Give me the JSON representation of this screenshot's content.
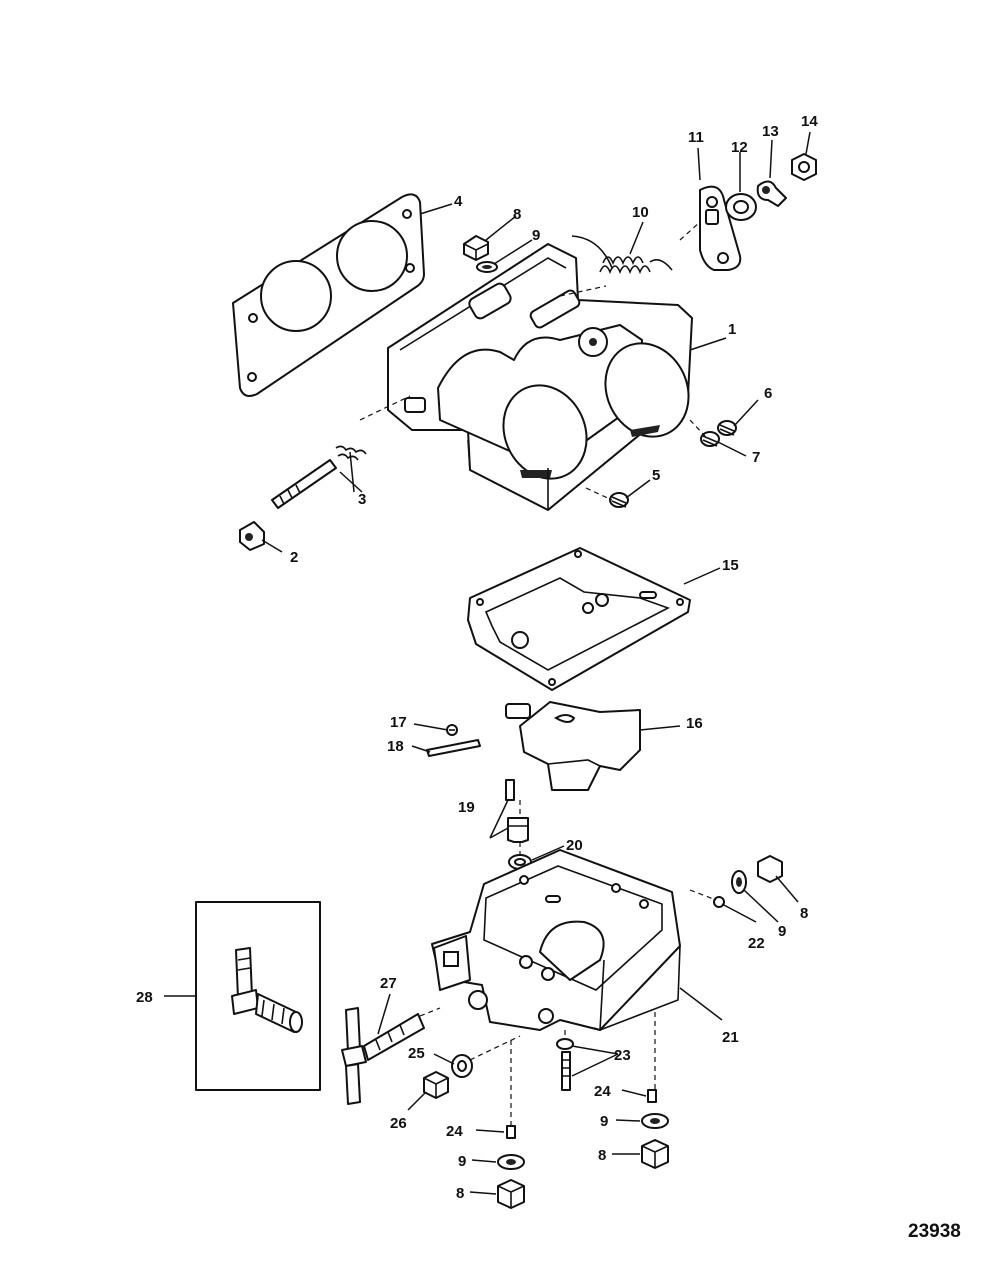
{
  "figure_number": "23938",
  "callouts": {
    "c1": "1",
    "c2": "2",
    "c3": "3",
    "c4": "4",
    "c5": "5",
    "c6": "6",
    "c7": "7",
    "c8a": "8",
    "c8b": "8",
    "c8c": "8",
    "c8d": "8",
    "c9a": "9",
    "c9b": "9",
    "c9c": "9",
    "c9d": "9",
    "c10": "10",
    "c11": "11",
    "c12": "12",
    "c13": "13",
    "c14": "14",
    "c15": "15",
    "c16": "16",
    "c17": "17",
    "c18": "18",
    "c19": "19",
    "c20": "20",
    "c21": "21",
    "c22": "22",
    "c23": "23",
    "c24a": "24",
    "c24b": "24",
    "c25": "25",
    "c26": "26",
    "c27": "27",
    "c28": "28"
  }
}
